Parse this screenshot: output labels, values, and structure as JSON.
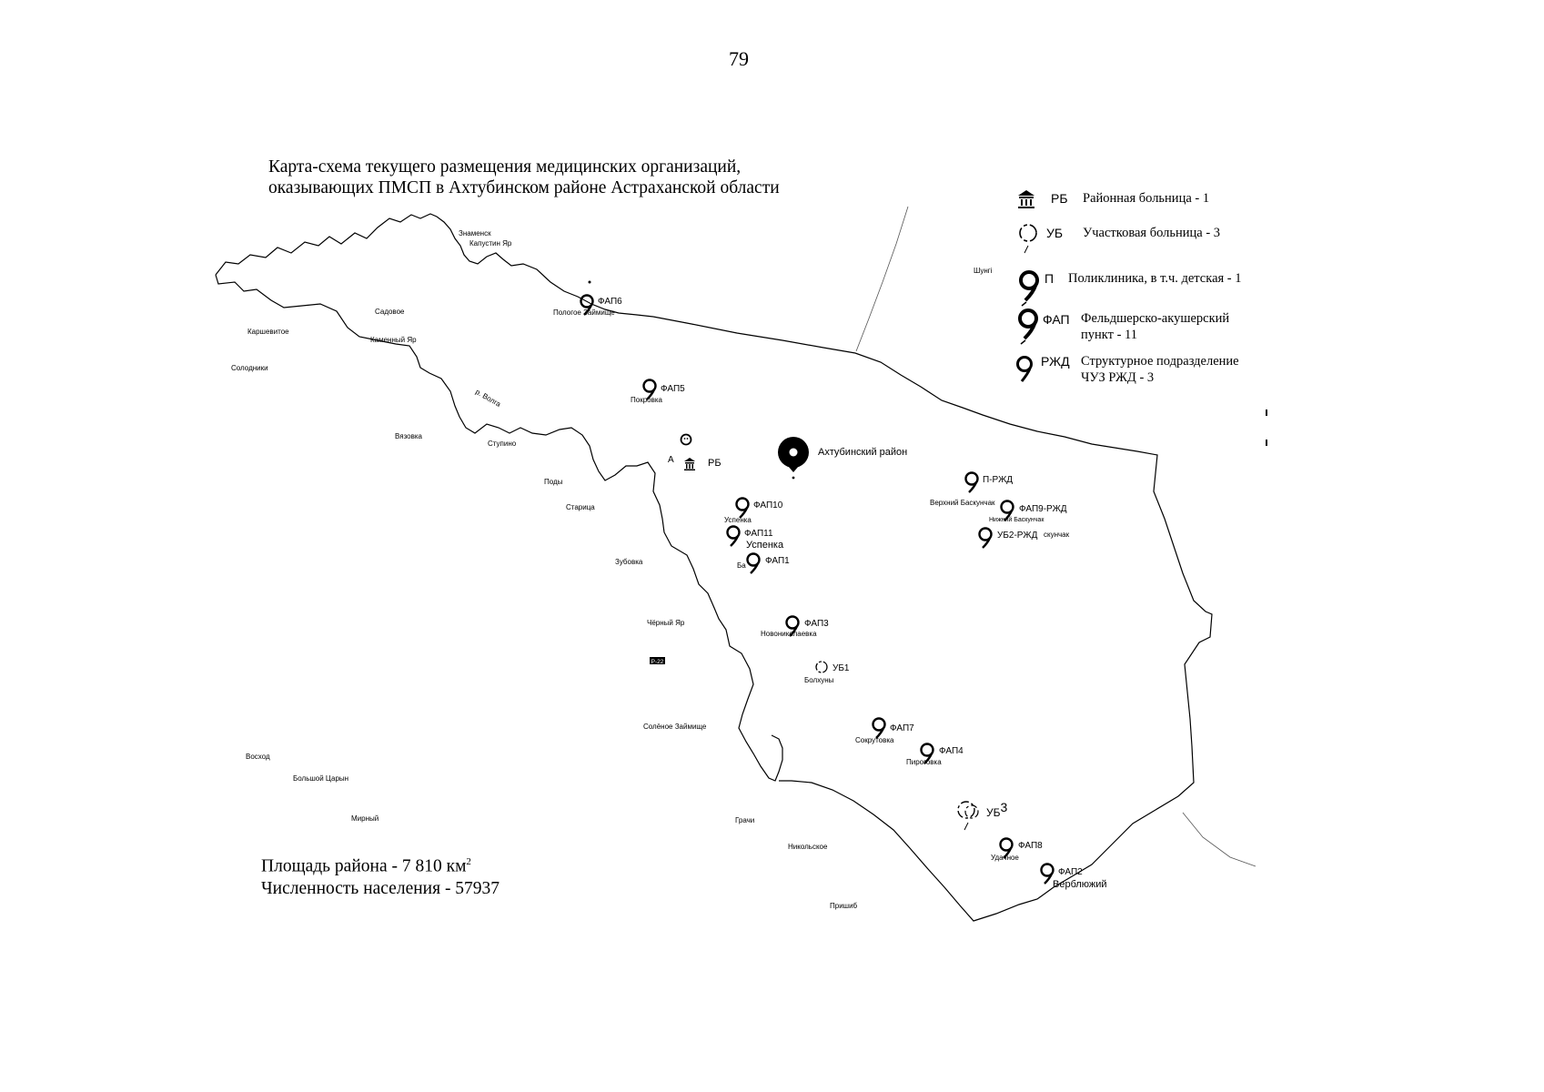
{
  "page_number": "79",
  "title": {
    "line1": "Карта-схема текущего размещения медицинских организаций,",
    "line2": "оказывающих ПМСП в Ахтубинском районе Астраханской области"
  },
  "legend": [
    {
      "icon": "hospital-building-icon",
      "code": "РБ",
      "text1": "Районная больница - 1",
      "text2": ""
    },
    {
      "icon": "dashed-circle-icon",
      "code": "УБ",
      "text1": "Участковая больница - 3",
      "text2": ""
    },
    {
      "icon": "map-pin-icon",
      "code": "П",
      "text1": "Поликлиника, в т.ч. детская - 1",
      "text2": ""
    },
    {
      "icon": "map-pin-icon",
      "code": "ФАП",
      "text1": "Фельдшерско-акушерский",
      "text2": "пункт - 11"
    },
    {
      "icon": "map-pin-icon",
      "code": "РЖД",
      "text1": "Структурное подразделение",
      "text2": "ЧУЗ РЖД - 3"
    }
  ],
  "district_label": "Ахтубинский район",
  "markers": {
    "fap6": {
      "code": "ФАП6",
      "settlement": "Пологое Займище"
    },
    "fap5": {
      "code": "ФАП5",
      "settlement": "Покровка"
    },
    "rb": {
      "code": "РБ",
      "prefix": "А"
    },
    "fap10": {
      "code": "ФАП10",
      "settlement": "Успенка"
    },
    "fap11": {
      "code": "ФАП11",
      "settlement": "Успенка"
    },
    "fap1": {
      "code": "ФАП1",
      "settlement": "Ба"
    },
    "fap3": {
      "code": "ФАП3",
      "settlement": "Новониколаевка"
    },
    "ub1": {
      "code": "УБ1",
      "settlement": "Болхуны"
    },
    "fap7": {
      "code": "ФАП7",
      "settlement": "Сокрутовка"
    },
    "fap4": {
      "code": "ФАП4",
      "settlement": "Пироговка"
    },
    "ub3": {
      "code": "УБ",
      "num": "3"
    },
    "fap8": {
      "code": "ФАП8",
      "settlement": "Удачное"
    },
    "fap2": {
      "code": "ФАП2",
      "settlement": "Верблюжий"
    },
    "p_rzd": {
      "code": "П-РЖД",
      "settlement": "Верхний Баскунчак"
    },
    "fap9_rzd": {
      "code": "ФАП9-РЖД",
      "settlement": "Нижний Баскунчак"
    },
    "ub2_rzd": {
      "code": "УБ2-РЖД",
      "settlement": "скунчак"
    }
  },
  "places": {
    "znamensk": "Знаменск",
    "kapustin_yar": "Капустин Яр",
    "sadovoe": "Садовое",
    "karshevitoe": "Каршевитое",
    "kamennyi_yar": "Каменный Яр",
    "solodniki": "Солодники",
    "volga": "р. Волга",
    "vyazovka": "Вязовка",
    "stupino": "Ступино",
    "pody": "Поды",
    "staritsa": "Старица",
    "zubovka": "Зубовка",
    "cherny_yar": "Чёрный Яр",
    "road": "Р-22",
    "solenoe_zaimische": "Солёное Займище",
    "voskhod": "Восход",
    "bolshoi_tsaryn": "Большой Царын",
    "mirny": "Мирный",
    "grachi": "Грачи",
    "nikolskoe": "Никольское",
    "prishib": "Пришиб",
    "shungi": "Шунгі"
  },
  "stats": {
    "area": "Площадь района - 7 810 км",
    "area_sup": "2",
    "population": "Численность населения - 57937"
  }
}
